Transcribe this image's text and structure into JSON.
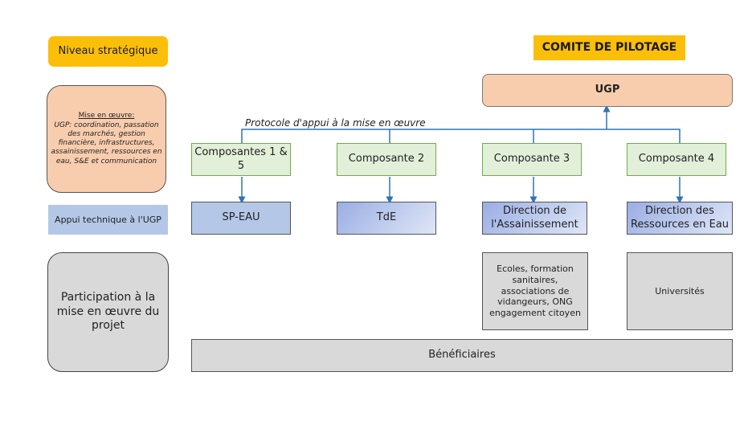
{
  "left_legend": {
    "strategic": "Niveau stratégique",
    "implementation_title": "Mise en œuvre:",
    "implementation_text": "UGP: coordination, passation des marchés, gestion financière, infrastructures, assainissement, ressources en eau, S&E et communication",
    "technical_support": "Appui technique à l'UGP",
    "participation": "Participation à la mise en œuvre du projet"
  },
  "top": {
    "steering_committee": "COMITE DE PILOTAGE",
    "ugp": "UGP",
    "protocol_label": "Protocole d'appui à la mise en œuvre"
  },
  "components": [
    {
      "label": "Composantes 1 & 5"
    },
    {
      "label": "Composante 2"
    },
    {
      "label": "Composante 3"
    },
    {
      "label": "Composante 4"
    }
  ],
  "institutions": [
    {
      "label": "SP-EAU"
    },
    {
      "label": "TdE"
    },
    {
      "label": "Direction de l'Assainissement"
    },
    {
      "label": "Direction des Ressources en Eau"
    }
  ],
  "participants": [
    {
      "label": "Ecoles, formation sanitaires, associations de vidangeurs, ONG engagement citoyen"
    },
    {
      "label": "Universités"
    }
  ],
  "beneficiaries": "Bénéficiaires",
  "colors": {
    "strategic": "#fbbf09",
    "implementation": "#f8cdae",
    "technical": "#b4c7e7",
    "component": "#e2efd9",
    "participation": "#d9d9d9",
    "connector": "#2e75b6"
  }
}
